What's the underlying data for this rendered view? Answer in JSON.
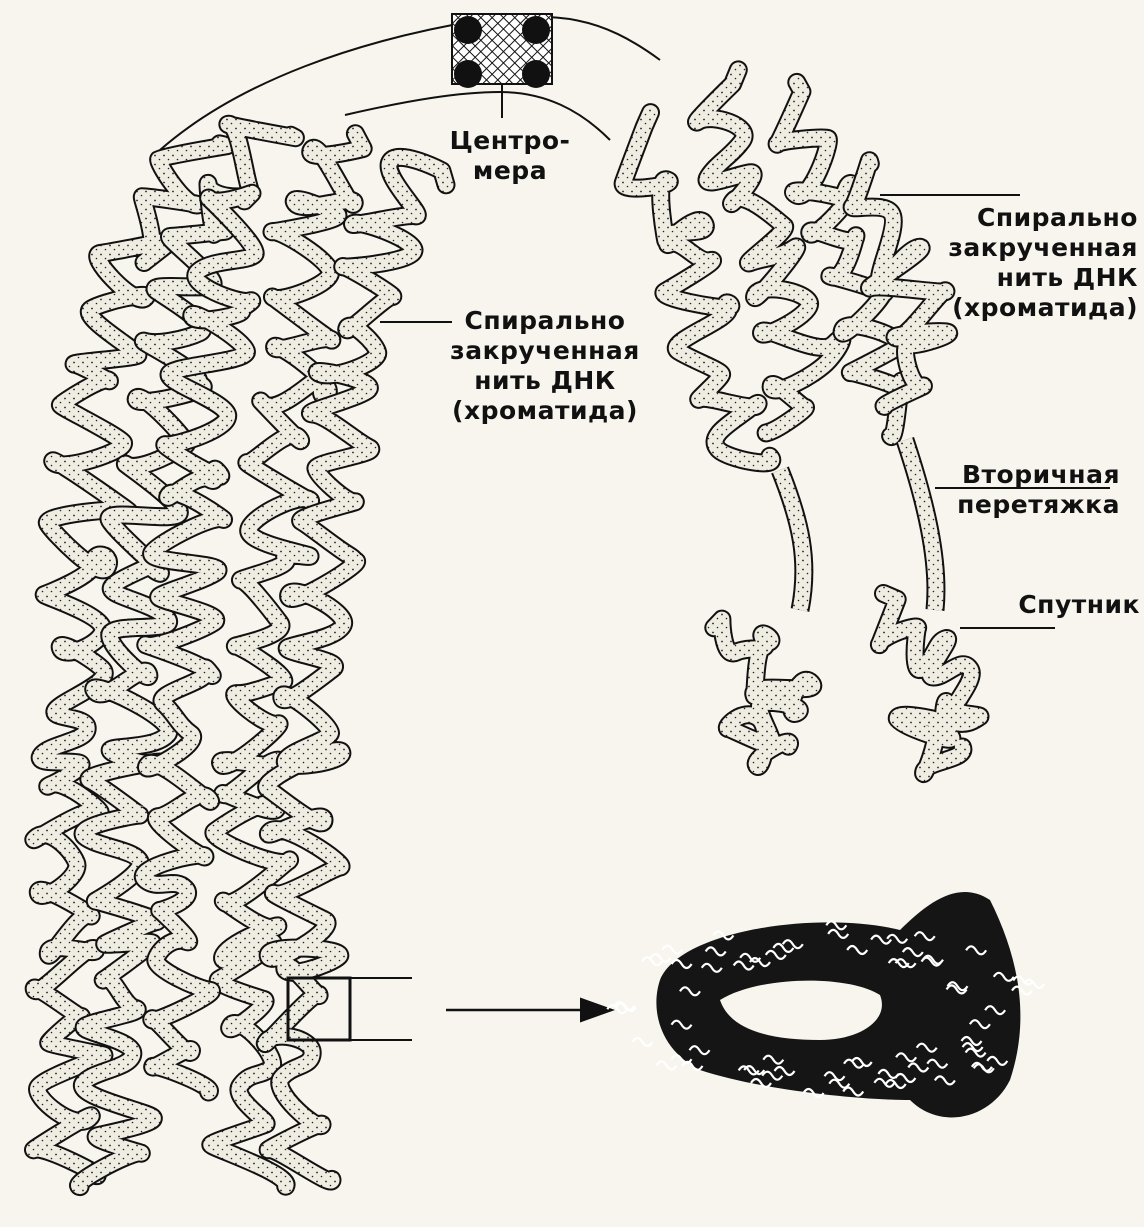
{
  "labels": {
    "centromere": [
      "Центро-",
      "мера"
    ],
    "chromatid_left": [
      "Спирально",
      "закрученная",
      "нить ДНК",
      "(хроматида)"
    ],
    "chromatid_right": [
      "Спирально",
      "закрученная",
      "нить ДНК",
      "(хроматида)"
    ],
    "secondary_constriction": [
      "Вторичная",
      "перетяжка"
    ],
    "satellite": [
      "Спутник"
    ]
  },
  "colors": {
    "ink": "#111111",
    "fiber_fill": "#efece2",
    "background": "#f7f5ee",
    "dense_chromatin": "#151515"
  },
  "icons": {
    "magnified_region": "arrow-right-icon"
  }
}
